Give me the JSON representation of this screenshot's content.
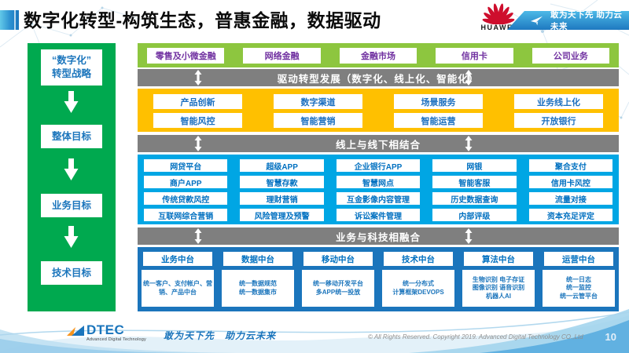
{
  "header": {
    "title": "数字化转型-构筑生态，普惠金融，数据驱动",
    "huawei_label": "HUAWEI",
    "ribbon_slogan": "敢为天下先 助力云未来"
  },
  "sidebar": {
    "items": [
      "“数字化”\n转型战略",
      "整体目标",
      "业务目标",
      "技术目标"
    ]
  },
  "main": {
    "business_row": [
      "零售及小微金融",
      "网络金融",
      "金融市场",
      "信用卡",
      "公司业务"
    ],
    "bars": {
      "drive": "驱动转型发展（数字化、线上化、智能化）",
      "online_offline": "线上与线下相结合",
      "tech": "业务与科技相融合"
    },
    "yellow_rows": [
      [
        "产品创新",
        "数字渠道",
        "场景服务",
        "业务线上化"
      ],
      [
        "智能风控",
        "智能营销",
        "智能运营",
        "开放银行"
      ]
    ],
    "blue_rows": [
      [
        "网贷平台",
        "超级APP",
        "企业银行APP",
        "网银",
        "聚合支付"
      ],
      [
        "商户APP",
        "智慧存款",
        "智慧网点",
        "智能客服",
        "信用卡风控"
      ],
      [
        "传统贷款风控",
        "理财营销",
        "互金影像内容管理",
        "历史数据查询",
        "流量对接"
      ],
      [
        "互联网综合营销",
        "风险管理及预警",
        "诉讼案件管理",
        "内部评级",
        "资本充足评定"
      ]
    ],
    "platforms": [
      {
        "title": "业务中台",
        "desc": "统一客户、支付帐户、营销、产品中台"
      },
      {
        "title": "数据中台",
        "desc": "统一数据规范\n统一数据集市"
      },
      {
        "title": "移动中台",
        "desc": "统一移动开发平台\n多APP统一投放"
      },
      {
        "title": "技术中台",
        "desc": "统一分布式\n计算框架DEVOPS"
      },
      {
        "title": "算法中台",
        "desc": "生物识别 电子存证\n图像识别 语音识别\n机器人AI"
      },
      {
        "title": "运营中台",
        "desc": "统一日志\n统一监控\n统一云管平台"
      }
    ]
  },
  "footer": {
    "logo_text": "DTEC",
    "logo_subtext": "Advanced Digital Technology",
    "slogan": "敢为天下先　助力云未来",
    "copyright": "© All Rights Reserved. Copyright 2019. Advanced Digital Technology CO.,Ltd",
    "page_number": "10"
  },
  "colors": {
    "sidebar_green": "#00A94F",
    "light_green": "#8DC63F",
    "yellow": "#FFC000",
    "gray_bar": "#7F7F7F",
    "light_blue": "#00A6E4",
    "dark_blue": "#1B75BC",
    "box_text_blue": "#0070C0",
    "business_text_purple": "#7030A0",
    "huawei_red": "#CE0E2D"
  }
}
